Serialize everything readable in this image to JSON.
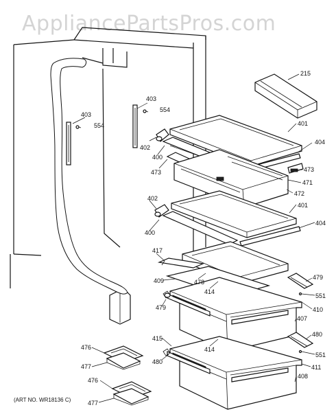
{
  "watermark": "AppliancePartsPros.com",
  "art_number": "(ART NO. WR18136 C)",
  "callouts": {
    "c215": "215",
    "c401a": "401",
    "c401b": "401",
    "c402a": "402",
    "c402b": "402",
    "c403a": "403",
    "c403b": "403",
    "c554a": "554",
    "c554b": "554",
    "c404a": "404",
    "c404b": "404",
    "c400a": "400",
    "c400b": "400",
    "c473a": "473",
    "c473b": "473",
    "c471": "471",
    "c472": "472",
    "c417": "417",
    "c478": "478",
    "c409": "409",
    "c479a": "479",
    "c479b": "479",
    "c414a": "414",
    "c414b": "414",
    "c551a": "551",
    "c551b": "551",
    "c410": "410",
    "c407": "407",
    "c480a": "480",
    "c480b": "480",
    "c415": "415",
    "c411": "411",
    "c408": "408",
    "c476a": "476",
    "c476b": "476",
    "c477a": "477",
    "c477b": "477"
  }
}
